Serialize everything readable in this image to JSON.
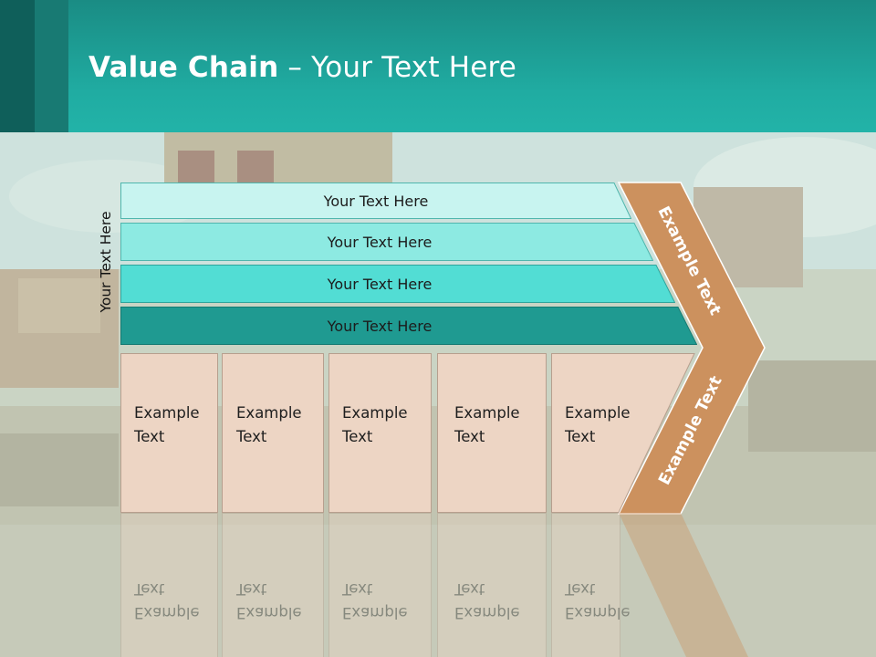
{
  "slide": {
    "title_bold": "Value Chain",
    "title_rest": " – Your Text Here",
    "side_label": "Your Text Here",
    "rows": [
      {
        "label": "Your Text Here",
        "color": "#c8f4f0"
      },
      {
        "label": "Your Text Here",
        "color": "#8deae2"
      },
      {
        "label": "Your Text Here",
        "color": "#52ddd4"
      },
      {
        "label": "Your Text Here",
        "color": "#1f9a91"
      }
    ],
    "boxes": [
      {
        "line1": "Example",
        "line2": "Text"
      },
      {
        "line1": "Example",
        "line2": "Text"
      },
      {
        "line1": "Example",
        "line2": "Text"
      },
      {
        "line1": "Example",
        "line2": "Text"
      },
      {
        "line1": "Example",
        "line2": "Text"
      }
    ],
    "chevron_top_text": "Example Text",
    "chevron_bottom_text": "Example Text",
    "chevron_color": "#cc915e",
    "box_color": "#edd5c4",
    "accent_color": "#22b3a8"
  }
}
